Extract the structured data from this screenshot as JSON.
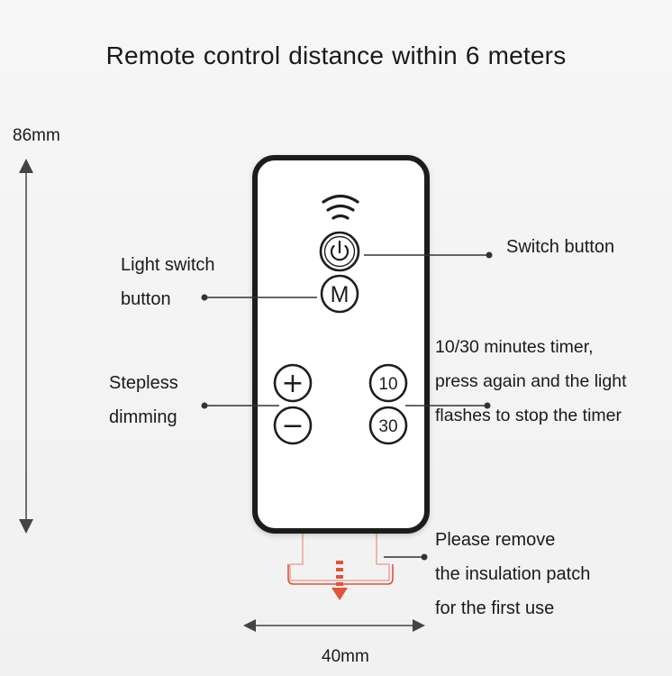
{
  "title": "Remote control distance within 6 meters",
  "dimensions": {
    "height": "86mm",
    "width": "40mm"
  },
  "callouts": {
    "switch": "Switch button",
    "light_switch": [
      "Light switch",
      "button"
    ],
    "dimming": [
      "Stepless",
      "dimming"
    ],
    "timer": [
      "10/30 minutes timer,",
      "press again and the light",
      "flashes to stop the timer"
    ],
    "patch": [
      "Please remove",
      "the insulation patch",
      "for the first use"
    ]
  },
  "buttons": {
    "mode": "M",
    "plus": "+",
    "minus": "−",
    "timer10": "10",
    "timer30": "30"
  },
  "icons": [
    "wifi-signal-icon",
    "power-icon",
    "arrow-down-icon"
  ],
  "colors": {
    "line": "#333333",
    "accent": "#e2533b",
    "remote_body": "#ffffff"
  }
}
